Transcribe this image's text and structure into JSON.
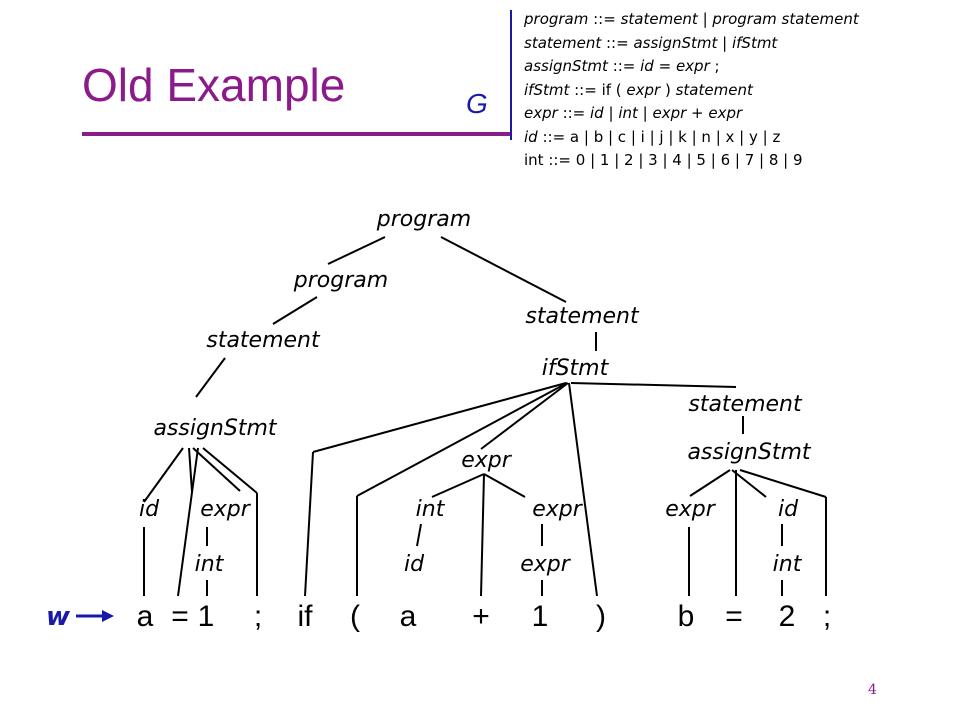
{
  "slide": {
    "title": "Old Example",
    "grammar_label": "G",
    "page_number": "4",
    "string_label": "w"
  },
  "grammar_rules": [
    [
      [
        "program",
        "n"
      ],
      [
        " ::= ",
        ""
      ],
      [
        "statement",
        "n"
      ],
      [
        " | ",
        ""
      ],
      [
        "program statement",
        "n"
      ]
    ],
    [
      [
        "statement",
        "n"
      ],
      [
        " ::= ",
        ""
      ],
      [
        "assignStmt",
        "n"
      ],
      [
        " | ",
        ""
      ],
      [
        "ifStmt",
        "n"
      ]
    ],
    [
      [
        "assignStmt",
        "n"
      ],
      [
        " ::= ",
        ""
      ],
      [
        "id",
        "n"
      ],
      [
        " = ",
        ""
      ],
      [
        "expr",
        "n"
      ],
      [
        " ;",
        ""
      ]
    ],
    [
      [
        "ifStmt",
        "n"
      ],
      [
        " ::= if ( ",
        ""
      ],
      [
        "expr",
        "n"
      ],
      [
        " ) ",
        ""
      ],
      [
        "statement",
        "n"
      ]
    ],
    [
      [
        "expr",
        "n"
      ],
      [
        " ::= ",
        ""
      ],
      [
        "id",
        "n"
      ],
      [
        " | ",
        ""
      ],
      [
        "int",
        "n"
      ],
      [
        " | ",
        ""
      ],
      [
        "expr",
        "n"
      ],
      [
        " + ",
        ""
      ],
      [
        "expr",
        "n"
      ]
    ],
    [
      [
        "id",
        "n"
      ],
      [
        " ::= a | b | c | i | j | k | n | x | y | z",
        ""
      ]
    ],
    [
      [
        "int ::= 0 | 1 | 2 | 3 | 4 | 5 | 6 | 7 | 8 | 9",
        ""
      ]
    ]
  ],
  "parse_tree": {
    "nonterminals": [
      "program",
      "program",
      "statement",
      "statement",
      "ifStmt",
      "statement",
      "assignStmt",
      "assignStmt",
      "expr",
      "id",
      "expr",
      "int",
      "expr",
      "expr",
      "id",
      "int",
      "id",
      "expr",
      "int"
    ],
    "terminals": [
      "a",
      "=",
      "1",
      ";",
      "if",
      "(",
      "a",
      "+",
      "1",
      ")",
      "b",
      "=",
      "2",
      ";"
    ]
  }
}
